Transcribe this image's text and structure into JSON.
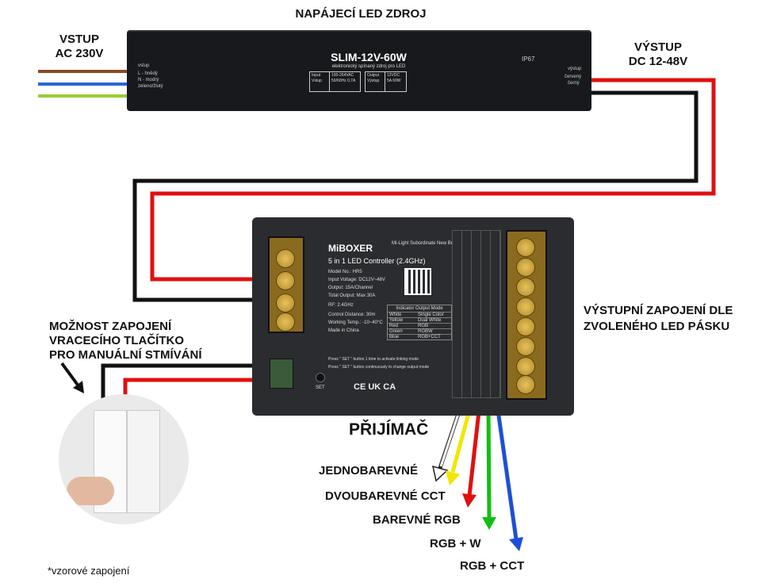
{
  "title": "NAPÁJECÍ LED ZDROJ",
  "input_label": [
    "VSTUP",
    "AC 230V"
  ],
  "output_label": [
    "VÝSTUP",
    "DC 12-48V"
  ],
  "psu": {
    "model": "SLIM-12V-60W",
    "subtitle": "elektronický spínaný zdroj pro LED",
    "input_heading": "vstup",
    "input_lines": [
      "L - hnědý",
      "N - modrý",
      "zeleno/žlutý"
    ],
    "spec_input_label": "Input Vstup",
    "spec_input_value": "100-264VAC 50/60Hz 0,7A",
    "spec_output_label": "Output Výstup",
    "spec_output_value": "12VDC 5A 60W",
    "ip_rating": "IP67",
    "output_heading": "výstup",
    "output_lines": [
      "červený",
      "černý"
    ]
  },
  "controller": {
    "brand": "MiBOXER",
    "brand_sub": "Mi-Light Subordinate New Brand",
    "name": "5 in 1 LED Controller (2.4GHz)",
    "specs": [
      "Model No.: HR5",
      "Input Voltage: DC12V~48V",
      "Output: 15A/Channel",
      "Total Output: Max 30A",
      "RF: 2.4GHz",
      "Control Distance: 30m",
      "Working Temp.: -10~40°C",
      "Made in China"
    ],
    "indicator_title": "Indicator Output Mode",
    "indicator_rows": [
      [
        "White",
        "Single Color"
      ],
      [
        "Yellow",
        "Dual White"
      ],
      [
        "Red",
        "RGB"
      ],
      [
        "Green",
        "RGBW"
      ],
      [
        "Blue",
        "RGB+CCT"
      ]
    ],
    "notes": [
      "Press \" SET \" button 1 time to activate linking mode",
      "Press \" SET \" button continuously to change output mode"
    ],
    "set_label": "SET",
    "certs": "CE UK CA"
  },
  "switch_label": [
    "MOŽNOST ZAPOJENÍ",
    "VRACECÍHO TLAČÍTKO",
    "PRO MANUÁLNÍ STMÍVÁNÍ"
  ],
  "receiver_label": "PŘIJÍMAČ",
  "output_wiring_label": [
    "VÝSTUPNÍ ZAPOJENÍ DLE",
    "ZVOLENÉHO LED PÁSKU"
  ],
  "modes": [
    {
      "label": "JEDNOBAREVNÉ",
      "color": "#ffffff"
    },
    {
      "label": "DVOUBAREVNÉ CCT",
      "color": "#f2e600"
    },
    {
      "label": "BAREVNÉ RGB",
      "color": "#e01010"
    },
    {
      "label": "RGB + W",
      "color": "#10c010"
    },
    {
      "label": "RGB + CCT",
      "color": "#1e4fd8"
    }
  ],
  "footnote": "*vzorové zapojení",
  "colors": {
    "brown": "#8b4a22",
    "blue": "#2a64d8",
    "yellowgreen": "#9acd32",
    "red": "#e01010",
    "black": "#111111"
  }
}
